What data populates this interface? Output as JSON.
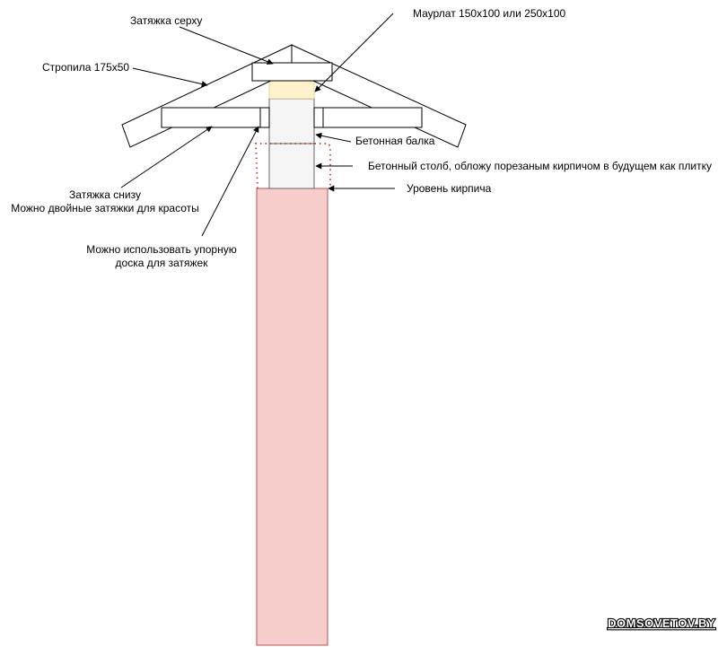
{
  "diagram": {
    "labels": {
      "tie_top": "Затяжка серху",
      "mauerlat": "Маурлат 150x100 или 250x100",
      "rafters": "Стропила 175x50",
      "concrete_beam": "Бетонная балка",
      "concrete_pillar": "Бетонный столб, обложу порезаным кирпичом в будущем как плитку",
      "brick_level": "Уровень кирпича",
      "tie_bottom_line1": "Затяжка снизу",
      "tie_bottom_line2": "Можно двойные затяжки для красоты",
      "stop_board_line1": "Можно использовать упорную",
      "stop_board_line2": "доска для затяжек"
    },
    "colors": {
      "brick_fill": "#f8cecc",
      "brick_stroke": "#b85450",
      "mauerlat_fill": "#fff2cc",
      "concrete_fill": "#f5f5f5",
      "line": "#000000"
    }
  },
  "watermark": "DOMSOVETOV.BY"
}
